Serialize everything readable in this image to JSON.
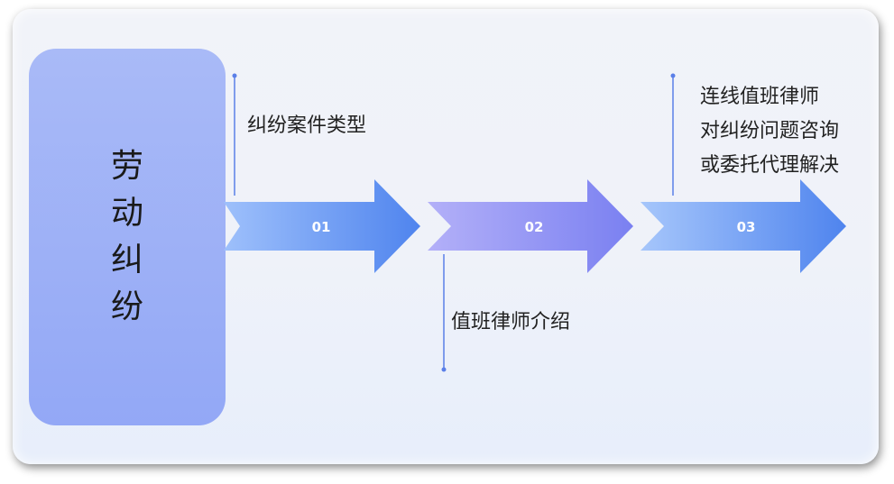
{
  "topic": {
    "chars": [
      "劳",
      "动",
      "纠",
      "纷"
    ]
  },
  "steps": [
    {
      "number": "01",
      "label": "纠纷案件类型"
    },
    {
      "number": "02",
      "label": "值班律师介绍"
    },
    {
      "number": "03",
      "lines": [
        "连线值班律师",
        "对纠纷问题咨询",
        "或委托代理解决"
      ]
    }
  ],
  "colors": {
    "topic_box": "#9fb2f7",
    "arrow_1": "#5a8cf0",
    "arrow_2": "#7f86f2",
    "arrow_3": "#5a8cf0",
    "connector": "#5a7fe8"
  }
}
